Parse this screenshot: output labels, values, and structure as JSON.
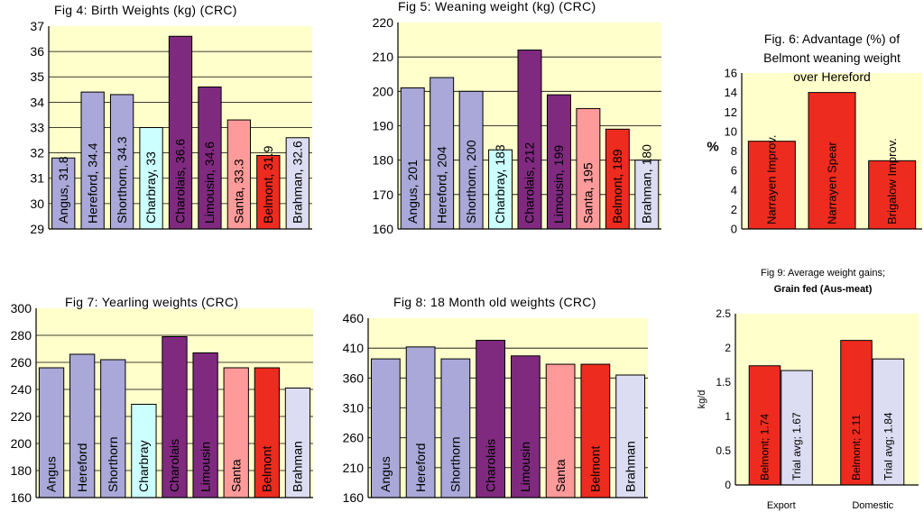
{
  "colors": {
    "plot_bg": "#ffffcc",
    "grid": "#000000",
    "purple_light": "#a9a8d8",
    "purple_dark": "#7f2a7f",
    "cyan_light": "#ccffff",
    "salmon": "#ff9a9a",
    "red": "#ee2b1f",
    "lavender": "#dcdcf2"
  },
  "chart_data": [
    {
      "id": "fig4",
      "type": "bar",
      "title": "Fig 4: Birth Weights (kg) (CRC)",
      "ylim": [
        29,
        37
      ],
      "yticks": [
        "29",
        "30",
        "31",
        "32",
        "33",
        "34",
        "35",
        "36",
        "37"
      ],
      "grid": true,
      "categories": [
        "Angus",
        "Hereford",
        "Shorthorn",
        "Charbray",
        "Charolais",
        "Limousin",
        "Santa",
        "Belmont",
        "Brahman"
      ],
      "values": [
        31.8,
        34.4,
        34.3,
        33,
        36.6,
        34.6,
        33.3,
        31.9,
        32.6
      ],
      "labels": [
        "Angus, 31.8",
        "Hereford, 34.4",
        "Shorthorn, 34.3",
        "Charbray, 33",
        "Charolais, 36.6",
        "Limousin, 34.6",
        "Santa, 33.3",
        "Belmont, 31.9",
        "Brahman, 32.6"
      ],
      "colors": [
        "purple_light",
        "purple_light",
        "purple_light",
        "cyan_light",
        "purple_dark",
        "purple_dark",
        "salmon",
        "red",
        "lavender"
      ]
    },
    {
      "id": "fig5",
      "type": "bar",
      "title": "Fig 5: Weaning weight (kg) (CRC)",
      "ylim": [
        160,
        220
      ],
      "yticks": [
        "160",
        "170",
        "180",
        "190",
        "200",
        "210",
        "220"
      ],
      "grid": true,
      "categories": [
        "Angus",
        "Hereford",
        "Shorthorn",
        "Charbray",
        "Charolais",
        "Limousin",
        "Santa",
        "Belmont",
        "Brahman"
      ],
      "values": [
        201,
        204,
        200,
        183,
        212,
        199,
        195,
        189,
        180
      ],
      "labels": [
        "Angus, 201",
        "Hereford, 204",
        "Shorthorn, 200",
        "Charbray, 183",
        "Charolais, 212",
        "Limousin, 199",
        "Santa, 195",
        "Belmont, 189",
        "Brahman, 180"
      ],
      "colors": [
        "purple_light",
        "purple_light",
        "purple_light",
        "cyan_light",
        "purple_dark",
        "purple_dark",
        "salmon",
        "red",
        "lavender"
      ]
    },
    {
      "id": "fig6",
      "type": "bar",
      "title_lines": [
        "Fig. 6: Advantage (%) of",
        "Belmont weaning weight",
        "over Hereford"
      ],
      "ylabel": "%",
      "ylim": [
        0,
        16
      ],
      "yticks": [
        "0",
        "2",
        "4",
        "6",
        "8",
        "10",
        "12",
        "14",
        "16"
      ],
      "grid": false,
      "categories": [
        "Narrayen Improv.",
        "Narrayen Spear",
        "Brigalow Improv."
      ],
      "values": [
        9,
        14,
        7
      ],
      "labels": [
        "Narrayen Improv.",
        "Narrayen Spear",
        "Brigalow Improv."
      ],
      "colors": [
        "red",
        "red",
        "red"
      ]
    },
    {
      "id": "fig7",
      "type": "bar",
      "title": "Fig 7: Yearling weights (CRC)",
      "ylim": [
        160,
        300
      ],
      "yticks": [
        "160",
        "180",
        "200",
        "220",
        "240",
        "260",
        "280",
        "300"
      ],
      "grid": true,
      "categories": [
        "Angus",
        "Hereford",
        "Shorthorn",
        "Charbray",
        "Charolais",
        "Limousin",
        "Santa",
        "Belmont",
        "Brahman"
      ],
      "values": [
        256,
        266,
        262,
        229,
        279,
        267,
        256,
        256,
        241
      ],
      "labels": [
        "Angus",
        "Hereford",
        "Shorthorn",
        "Charbray",
        "Charolais",
        "Limousin",
        "Santa",
        "Belmont",
        "Brahman"
      ],
      "colors": [
        "purple_light",
        "purple_light",
        "purple_light",
        "cyan_light",
        "purple_dark",
        "purple_dark",
        "salmon",
        "red",
        "lavender"
      ]
    },
    {
      "id": "fig8",
      "type": "bar",
      "title": "Fig 8: 18 Month old weights (CRC)",
      "ylim": [
        160,
        460
      ],
      "yticks": [
        "160",
        "210",
        "260",
        "310",
        "360",
        "410",
        "460"
      ],
      "grid": true,
      "categories": [
        "Angus",
        "Hereford",
        "Shorthorn",
        "Charolais",
        "Limousin",
        "Santa",
        "Belmont",
        "Brahman"
      ],
      "values": [
        392,
        412,
        392,
        423,
        397,
        383,
        383,
        365
      ],
      "labels": [
        "Angus",
        "Hereford",
        "Shorthorn",
        "Charolais",
        "Limousin",
        "Santa",
        "Belmont",
        "Brahman"
      ],
      "colors": [
        "purple_light",
        "purple_light",
        "purple_light",
        "purple_dark",
        "purple_dark",
        "salmon",
        "red",
        "lavender"
      ]
    },
    {
      "id": "fig9",
      "type": "bar",
      "title_lines": [
        "Fig 9: Average weight gains;",
        "Grain fed (Aus-meat)"
      ],
      "ylabel": "kg/d",
      "ylim": [
        0,
        2.5
      ],
      "yticks": [
        "0",
        "0.5",
        "1",
        "1.5",
        "2",
        "2.5"
      ],
      "grid": false,
      "categories": [
        "Export",
        "Domestic"
      ],
      "series": [
        {
          "values": [
            1.74,
            2.11
          ],
          "labels": [
            "Belmont; 1.74",
            "Belmont; 2.11"
          ],
          "color": "red"
        },
        {
          "values": [
            1.67,
            1.84
          ],
          "labels": [
            "Trial avg; 1.67",
            "Trial avg; 1.84"
          ],
          "color": "lavender"
        }
      ]
    }
  ]
}
